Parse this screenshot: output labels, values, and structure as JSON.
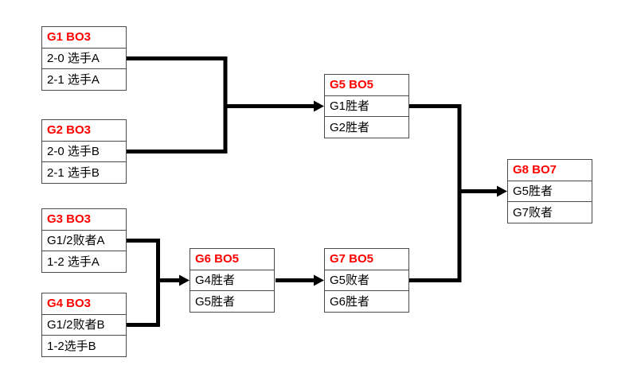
{
  "diagram": {
    "type": "double-elimination-bracket",
    "colors": {
      "header_text": "#ff0000",
      "body_text": "#000000",
      "box_border": "#4a4a4a",
      "connector": "#000000",
      "background": "#ffffff"
    },
    "matches": [
      {
        "id": "g1",
        "title": "G1 BO3",
        "slots": [
          "2-0 选手A",
          "2-1 选手A"
        ]
      },
      {
        "id": "g2",
        "title": "G2 BO3",
        "slots": [
          "2-0 选手B",
          "2-1 选手B"
        ]
      },
      {
        "id": "g3",
        "title": "G3 BO3",
        "slots": [
          "G1/2败者A",
          "1-2 选手A"
        ]
      },
      {
        "id": "g4",
        "title": "G4 BO3",
        "slots": [
          "G1/2败者B",
          "1-2选手B"
        ]
      },
      {
        "id": "g5",
        "title": "G5 BO5",
        "slots": [
          "G1胜者",
          "G2胜者"
        ]
      },
      {
        "id": "g6",
        "title": "G6 BO5",
        "slots": [
          "G4胜者",
          "G5胜者"
        ]
      },
      {
        "id": "g7",
        "title": "G7 BO5",
        "slots": [
          "G5败者",
          "G6胜者"
        ]
      },
      {
        "id": "g8",
        "title": "G8 BO7",
        "slots": [
          "G5胜者",
          "G7败者"
        ]
      }
    ]
  }
}
